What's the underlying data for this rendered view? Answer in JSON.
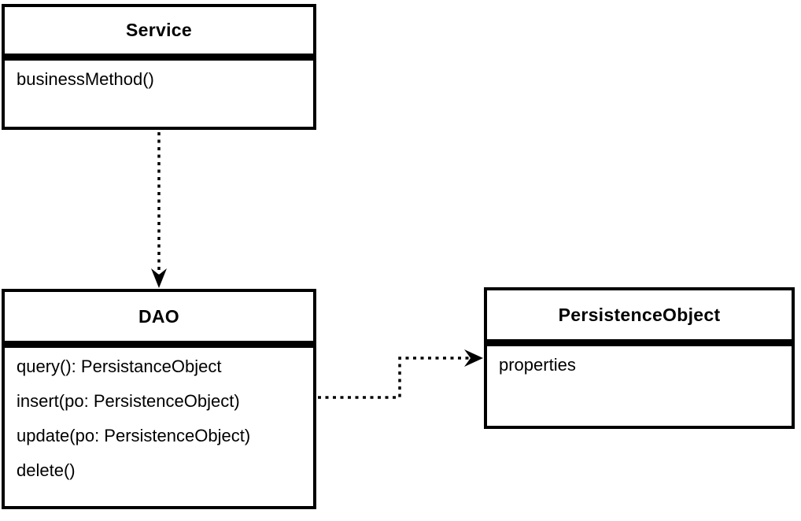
{
  "diagram": {
    "type": "uml-class-diagram",
    "colors": {
      "background": "#ffffff",
      "line": "#000000",
      "text": "#000000"
    },
    "classes": [
      {
        "name": "Service",
        "members": [
          "businessMethod()"
        ]
      },
      {
        "name": "DAO",
        "members": [
          "query(): PersistanceObject",
          "insert(po: PersistenceObject)",
          "update(po: PersistenceObject)",
          "delete()"
        ]
      },
      {
        "name": "PersistenceObject",
        "members": [
          "properties"
        ]
      }
    ],
    "relations": [
      {
        "from": "Service",
        "to": "DAO",
        "style": "dotted-open-arrow"
      },
      {
        "from": "DAO",
        "to": "PersistenceObject",
        "style": "dotted-open-arrow"
      }
    ]
  }
}
